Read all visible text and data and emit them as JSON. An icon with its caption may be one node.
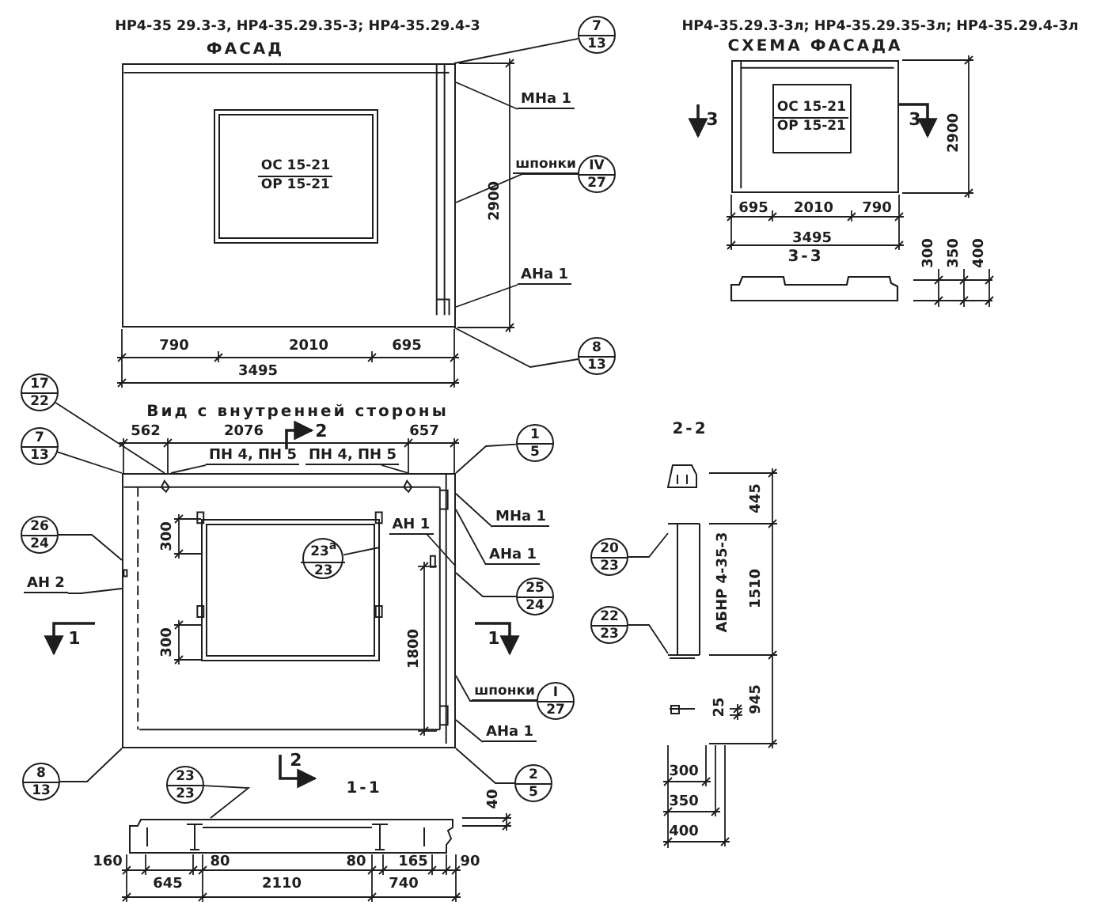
{
  "diagram": {
    "nodes": [
      {
        "text": [],
        "shape": "box"
      },
      {
        "text": [
          "ОС 15-21",
          "ОР 15-21"
        ],
        "in": 0
      },
      {
        "text": [
          "7",
          "13"
        ]
      },
      {
        "text": [
          "МНа 1"
        ]
      },
      {
        "text": [
          "IV",
          "27"
        ],
        "beside": [
          "шпонки"
        ]
      },
      {
        "text": [
          "АНа 1"
        ]
      },
      {
        "text": [
          "8",
          "13"
        ]
      },
      {
        "text": [],
        "shape": "box"
      },
      {
        "text": [
          "ОС 15-21",
          "ОР 15-21"
        ],
        "in": 7
      },
      {
        "text": [],
        "shape": "box"
      },
      {
        "text": [],
        "shape": "box",
        "in": 9
      },
      {
        "text": [
          "17",
          "22"
        ]
      },
      {
        "text": [
          "7",
          "13"
        ]
      },
      {
        "text": [
          "ПН 4, ПН 5"
        ]
      },
      {
        "text": [
          "ПН 4, ПН 5"
        ]
      },
      {
        "text": [
          "1",
          "5"
        ]
      },
      {
        "text": [
          "26",
          "24"
        ]
      },
      {
        "text": [
          "АН 2"
        ]
      },
      {
        "text": [
          "23$^{а}$",
          "23"
        ],
        "in": 10
      },
      {
        "text": [
          "АН 1"
        ],
        "in": 9
      },
      {
        "text": [
          "МНа 1"
        ]
      },
      {
        "text": [
          "АНа 1"
        ]
      },
      {
        "text": [
          "25",
          "24"
        ]
      },
      {
        "text": [
          "I",
          "27"
        ],
        "beside": [
          "шпонки"
        ]
      },
      {
        "text": [
          "АНа 1"
        ]
      },
      {
        "text": [
          "8",
          "13"
        ]
      },
      {
        "text": [
          "2",
          "5"
        ]
      },
      {
        "text": [
          "23",
          "23"
        ]
      },
      {
        "text": [],
        "shape": "box"
      },
      {
        "text": [],
        "shape": "box"
      },
      {
        "text": [
          "20",
          "23"
        ]
      },
      {
        "text": [
          "22",
          "23"
        ]
      }
    ],
    "edges": [
      {
        "from": 2,
        "to": 0,
        "arrow": "none"
      },
      {
        "from": 3,
        "to": 0,
        "arrow": "none"
      },
      {
        "from": 4,
        "to": 0,
        "arrow": "none"
      },
      {
        "from": 5,
        "to": 0,
        "arrow": "none"
      },
      {
        "from": 6,
        "to": 0,
        "arrow": "none"
      },
      {
        "from": 11,
        "to": 9,
        "arrow": "none"
      },
      {
        "from": 12,
        "to": 9,
        "arrow": "none"
      },
      {
        "from": 13,
        "to": 9,
        "arrow": "none"
      },
      {
        "from": 14,
        "to": 9,
        "arrow": "none"
      },
      {
        "from": 15,
        "to": 9,
        "arrow": "none"
      },
      {
        "from": 16,
        "to": 9,
        "arrow": "none"
      },
      {
        "from": 17,
        "to": 9,
        "arrow": "none"
      },
      {
        "from": 18,
        "to": 10,
        "arrow": "none"
      },
      {
        "from": 19,
        "to": 9,
        "arrow": "none"
      },
      {
        "from": 20,
        "to": 9,
        "arrow": "none"
      },
      {
        "from": 21,
        "to": 9,
        "arrow": "none"
      },
      {
        "from": 22,
        "to": 9,
        "arrow": "none"
      },
      {
        "from": 23,
        "to": 9,
        "arrow": "none"
      },
      {
        "from": 24,
        "to": 9,
        "arrow": "none"
      },
      {
        "from": 25,
        "to": 9,
        "arrow": "none"
      },
      {
        "from": 26,
        "to": 9,
        "arrow": "none"
      },
      {
        "from": 27,
        "to": 28,
        "arrow": "none"
      },
      {
        "from": 30,
        "to": 29,
        "arrow": "none"
      },
      {
        "from": 31,
        "to": 29,
        "arrow": "none"
      }
    ],
    "labels": [
      "НР4-35 29.3-3, НР4-35.29.35-3; НР4-35.29.4-3",
      "НР4-35.29.3-3л; НР4-35.29.35-3л; НР4-35.29.4-3л",
      "ФАСАД",
      "СХЕМА ФАСАДА",
      "3",
      "3",
      "2900",
      "2900",
      "790",
      "2010",
      "695",
      "695",
      "2010",
      "790",
      "3495",
      "3495",
      "3-3",
      "300",
      "350",
      "400",
      "Вид с внутренней стороны",
      "562",
      "2076",
      "2",
      "657",
      "2-2",
      "300",
      "445",
      "АБНР 4-35-3",
      "1510",
      "300",
      "1800",
      "1",
      "1",
      "945",
      "25",
      "2",
      "1-1",
      "40",
      "300",
      "160",
      "80",
      "80",
      "165",
      "90",
      "350",
      "645",
      "2110",
      "740",
      "400"
    ]
  }
}
